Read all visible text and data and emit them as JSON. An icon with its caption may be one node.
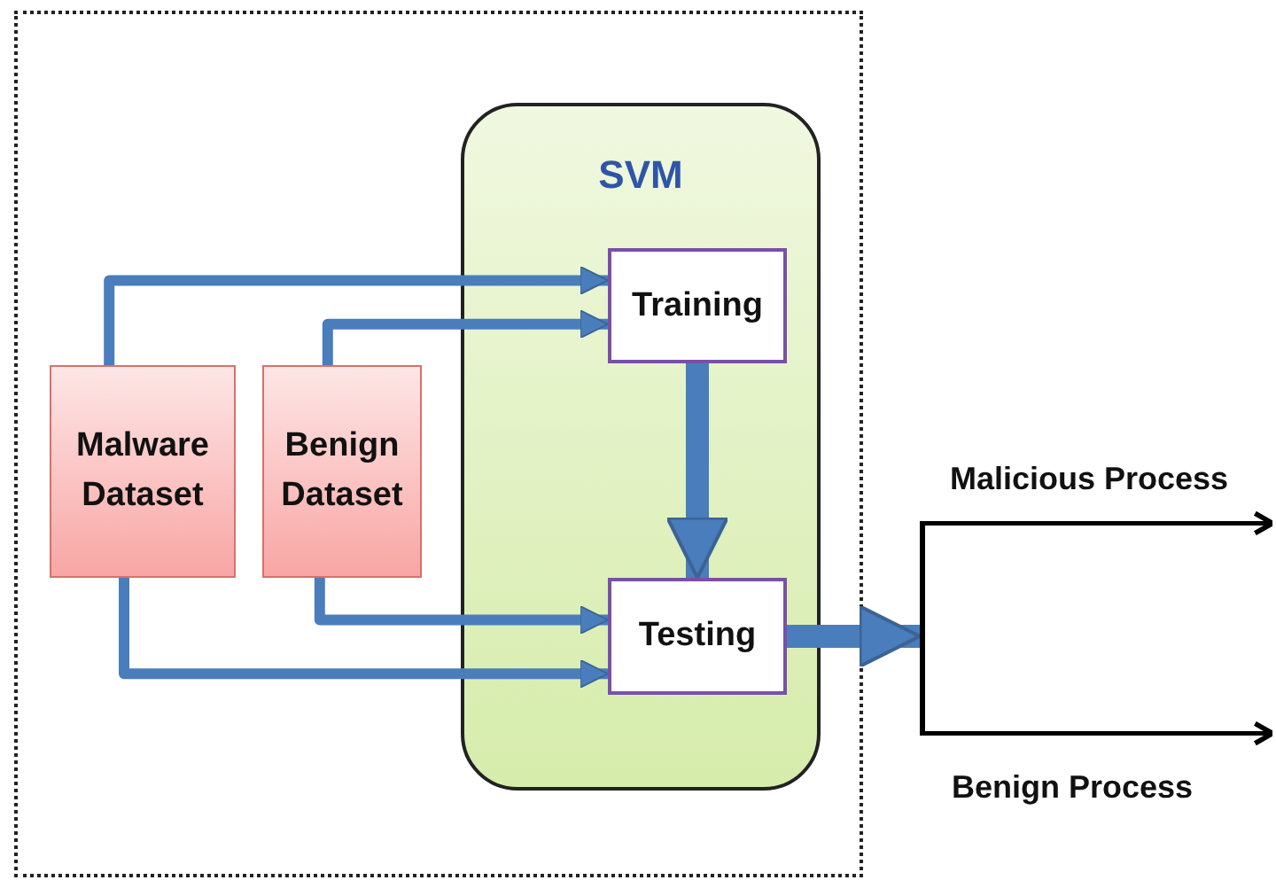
{
  "diagram": {
    "nodes": [
      {
        "text": [],
        "shape": "box"
      },
      {
        "text": [
          "SVM"
        ],
        "in": 0
      },
      {
        "text": [
          "Training"
        ],
        "in": 1
      },
      {
        "text": [
          "Testing"
        ],
        "in": 1
      },
      {
        "text": [
          "Malware Dataset"
        ],
        "in": 0
      },
      {
        "text": [
          "Benign Dataset"
        ],
        "in": 0
      },
      {
        "text": [],
        "shape": "bar"
      }
    ],
    "edges": [
      {
        "from": 4,
        "to": 2,
        "arrow": "to"
      },
      {
        "from": 5,
        "to": 2,
        "arrow": "to"
      },
      {
        "from": 2,
        "to": 3,
        "arrow": "to",
        "style": "thick"
      },
      {
        "from": 5,
        "to": 3,
        "arrow": "to"
      },
      {
        "from": 4,
        "to": 3,
        "arrow": "to"
      },
      {
        "from": 3,
        "to": 6,
        "arrow": "to",
        "style": "thick"
      },
      {
        "from": 6,
        "to": null,
        "arrow": "to",
        "label": "Malicious Process",
        "color": "#000000"
      },
      {
        "from": 6,
        "to": null,
        "arrow": "to",
        "label": "Benign Process",
        "color": "#000000"
      }
    ]
  }
}
